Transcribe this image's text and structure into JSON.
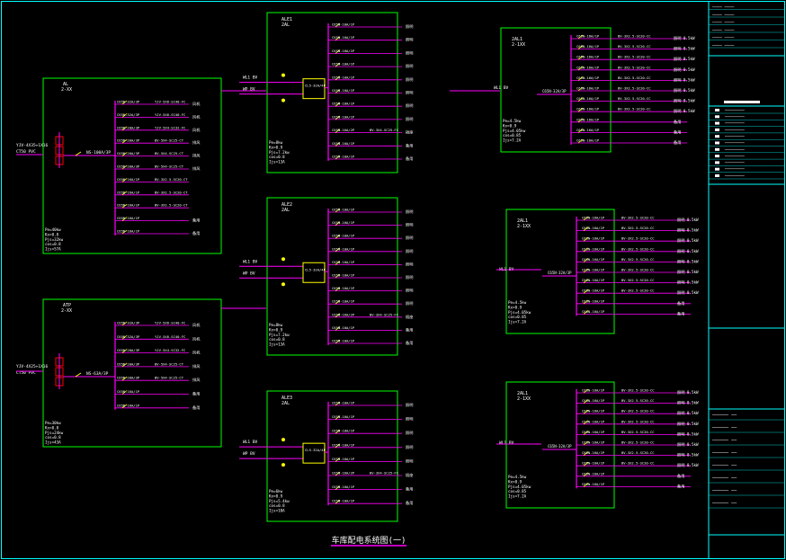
{
  "drawing_title": "车库配电系统图(一)",
  "colors": {
    "background": "#000000",
    "frame": "#00ffff",
    "box": "#00ff00",
    "bus": "#ff00ff",
    "text": "#ffffff",
    "breaker": "#ffff00",
    "meter": "#ff0000"
  },
  "title_block": {
    "header_rows": [
      "──── ────",
      "──── ────",
      "──── ────",
      "──── ────",
      "──── ────",
      "──── ────"
    ],
    "notes": [
      "────────",
      "────────",
      "────────",
      "────────",
      "────────",
      "────────",
      "────────",
      "────────",
      "────────",
      "────────",
      "────────"
    ],
    "footer_rows": [
      "──────  ──",
      "──────  ──",
      "──────  ──",
      "──────  ──",
      "──────  ──",
      "──────  ──",
      "──────  ──",
      "──────  ──"
    ]
  },
  "panels": [
    {
      "id": "AL1",
      "label": "AL",
      "sublabel": "2-XX",
      "incoming": "YJV-4X35+1X16",
      "incoming_sub": "CT50 PVC",
      "main_breaker": "NS-100A/3P",
      "circuits": [
        {
          "breaker": "C65N-32A/3P",
          "cable": "YJV-5X6-SC40-FC",
          "load": "风机"
        },
        {
          "breaker": "C65N-32A/3P",
          "cable": "YJV-5X6-SC40-FC",
          "load": "风机"
        },
        {
          "breaker": "C65N-20A/3P",
          "cable": "YJV-5X4-SC32-FC",
          "load": "风机"
        },
        {
          "breaker": "C65N-20A/3P",
          "cable": "BV-5X4-SC25-CT",
          "load": "排风"
        },
        {
          "breaker": "C65N-20A/3P",
          "cable": "BV-5X4-SC25-CT",
          "load": "排风"
        },
        {
          "breaker": "C65N-20A/3P",
          "cable": "BV-5X4-SC25-CT",
          "load": "排风"
        },
        {
          "breaker": "C65N-16A/1P",
          "cable": "BV-3X2.5-SC20-CT",
          "load": ""
        },
        {
          "breaker": "C65N-16A/1P",
          "cable": "BV-3X2.5-SC20-CT",
          "load": ""
        },
        {
          "breaker": "C65N-16A/1P",
          "cable": "BV-3X2.5-SC20-CT",
          "load": ""
        },
        {
          "breaker": "C65N-16A/1P",
          "cable": "",
          "load": "备用"
        },
        {
          "breaker": "C65N-16A/1P",
          "cable": "",
          "load": "备用"
        }
      ],
      "params": [
        "Pe=40kw",
        "Kx=0.8",
        "Pjs=32kw",
        "cos=0.8",
        "Ijs=57A"
      ]
    },
    {
      "id": "AL2",
      "label": "ATP",
      "sublabel": "2-XX",
      "incoming": "YJV-4X25+1X16",
      "incoming_sub": "CT50 PVC",
      "main_breaker": "NS-63A/3P",
      "circuits": [
        {
          "breaker": "C65N-32A/3P",
          "cable": "YJV-5X6-SC40-FC",
          "load": "风机"
        },
        {
          "breaker": "C65N-32A/3P",
          "cable": "YJV-5X6-SC40-FC",
          "load": "风机"
        },
        {
          "breaker": "C65N-20A/3P",
          "cable": "YJV-5X4-SC32-FC",
          "load": "风机"
        },
        {
          "breaker": "C65N-20A/3P",
          "cable": "BV-5X4-SC25-CT",
          "load": "排风"
        },
        {
          "breaker": "C65N-20A/3P",
          "cable": "BV-5X4-SC25-CT",
          "load": "排风"
        },
        {
          "breaker": "C65N-16A/1P",
          "cable": "",
          "load": "备用"
        },
        {
          "breaker": "C65N-16A/1P",
          "cable": "",
          "load": "备用"
        }
      ],
      "params": [
        "Pe=30kw",
        "Kx=0.8",
        "Pjs=24kw",
        "cos=0.8",
        "Ijs=43A"
      ]
    },
    {
      "id": "ALE1",
      "label": "ALE1",
      "sublabel": "2AL",
      "incoming": "WL1 BV",
      "incoming_sub": "WP BV",
      "main_breaker": "CL5-32A/4P",
      "circuits": [
        {
          "breaker": "C65N-10A/1P",
          "cable": "",
          "load": "照明"
        },
        {
          "breaker": "C65N-10A/1P",
          "cable": "",
          "load": "照明"
        },
        {
          "breaker": "C65N-10A/1P",
          "cable": "",
          "load": "照明"
        },
        {
          "breaker": "C65N-10A/1P",
          "cable": "",
          "load": "照明"
        },
        {
          "breaker": "C65N-10A/1P",
          "cable": "",
          "load": "照明"
        },
        {
          "breaker": "C65N-10A/1P",
          "cable": "",
          "load": "照明"
        },
        {
          "breaker": "C65N-10A/1P",
          "cable": "",
          "load": "照明"
        },
        {
          "breaker": "C65N-10A/1P",
          "cable": "",
          "load": "照明"
        },
        {
          "breaker": "C65N-16A/2P",
          "cable": "BV-3X4-SC25-FC",
          "load": "插座"
        },
        {
          "breaker": "C65N-10A/1P",
          "cable": "",
          "load": "备用"
        },
        {
          "breaker": "C65N-10A/1P",
          "cable": "",
          "load": "备用"
        }
      ],
      "params": [
        "Pe=8kw",
        "Kx=0.9",
        "Pjs=7.2kw",
        "cos=0.8",
        "Ijs=13A"
      ]
    },
    {
      "id": "ALE2",
      "label": "ALE2",
      "sublabel": "2AL",
      "incoming": "WL1 BV",
      "incoming_sub": "WP BV",
      "main_breaker": "CL5-32A/4P",
      "circuits": [
        {
          "breaker": "C65N-10A/1P",
          "cable": "",
          "load": "照明"
        },
        {
          "breaker": "C65N-10A/1P",
          "cable": "",
          "load": "照明"
        },
        {
          "breaker": "C65N-10A/1P",
          "cable": "",
          "load": "照明"
        },
        {
          "breaker": "C65N-10A/1P",
          "cable": "",
          "load": "照明"
        },
        {
          "breaker": "C65N-10A/1P",
          "cable": "",
          "load": "照明"
        },
        {
          "breaker": "C65N-10A/1P",
          "cable": "",
          "load": "照明"
        },
        {
          "breaker": "C65N-10A/1P",
          "cable": "",
          "load": "照明"
        },
        {
          "breaker": "C65N-10A/1P",
          "cable": "",
          "load": "照明"
        },
        {
          "breaker": "C65N-16A/2P",
          "cable": "BV-3X4-SC25-FC",
          "load": "插座"
        },
        {
          "breaker": "C65N-10A/1P",
          "cable": "",
          "load": "备用"
        },
        {
          "breaker": "C65N-10A/1P",
          "cable": "",
          "load": "备用"
        }
      ],
      "params": [
        "Pe=8kw",
        "Kx=0.9",
        "Pjs=7.2kw",
        "cos=0.8",
        "Ijs=13A"
      ]
    },
    {
      "id": "ALE3",
      "label": "ALE3",
      "sublabel": "2AL",
      "incoming": "WL1 BV",
      "incoming_sub": "WP BV",
      "main_breaker": "CL5-32A/4P",
      "circuits": [
        {
          "breaker": "C65N-10A/1P",
          "cable": "",
          "load": "照明"
        },
        {
          "breaker": "C65N-10A/1P",
          "cable": "",
          "load": "照明"
        },
        {
          "breaker": "C65N-10A/1P",
          "cable": "",
          "load": "照明"
        },
        {
          "breaker": "C65N-10A/1P",
          "cable": "",
          "load": "照明"
        },
        {
          "breaker": "C65N-10A/1P",
          "cable": "",
          "load": "照明"
        },
        {
          "breaker": "C65N-16A/2P",
          "cable": "BV-3X4-SC25-FC",
          "load": "插座"
        },
        {
          "breaker": "C65N-10A/1P",
          "cable": "",
          "load": "备用"
        },
        {
          "breaker": "C65N-10A/1P",
          "cable": "",
          "load": "备用"
        }
      ],
      "params": [
        "Pe=6kw",
        "Kx=0.9",
        "Pjs=5.4kw",
        "cos=0.8",
        "Ijs=10A"
      ]
    },
    {
      "id": "AL3",
      "label": "2AL1",
      "sublabel": "2-1XX",
      "incoming": "WL1 BV",
      "incoming_sub": "",
      "main_breaker": "C65N-32A/3P",
      "circuits": [
        {
          "breaker": "C65N-16A/1P",
          "cable": "BV-3X2.5-SC20-CC",
          "load": "照明 0.5kW"
        },
        {
          "breaker": "C65N-16A/1P",
          "cable": "BV-3X2.5-SC20-CC",
          "load": "照明 0.5kW"
        },
        {
          "breaker": "C65N-16A/1P",
          "cable": "BV-3X2.5-SC20-CC",
          "load": "照明 0.5kW"
        },
        {
          "breaker": "C65N-16A/1P",
          "cable": "BV-3X2.5-SC20-CC",
          "load": "照明 0.5kW"
        },
        {
          "breaker": "C65N-16A/1P",
          "cable": "BV-3X2.5-SC20-CC",
          "load": "照明 0.5kW"
        },
        {
          "breaker": "C65N-16A/1P",
          "cable": "BV-3X2.5-SC20-CC",
          "load": "照明 0.5kW"
        },
        {
          "breaker": "C65N-16A/1P",
          "cable": "BV-3X2.5-SC20-CC",
          "load": "照明 0.5kW"
        },
        {
          "breaker": "C65N-16A/1P",
          "cable": "BV-3X2.5-SC20-CC",
          "load": "照明 0.5kW"
        },
        {
          "breaker": "C65N-16A/1P",
          "cable": "",
          "load": "备用"
        },
        {
          "breaker": "C65N-16A/1P",
          "cable": "",
          "load": "备用"
        },
        {
          "breaker": "C65N-16A/1P",
          "cable": "",
          "load": "备用"
        }
      ],
      "params": [
        "Pe=4.5kw",
        "Kx=0.9",
        "Pjs=4.05kw",
        "cos=0.85",
        "Ijs=7.2A"
      ]
    },
    {
      "id": "AL4",
      "label": "2AL1",
      "sublabel": "2-1XX",
      "incoming": "WL1 BV",
      "incoming_sub": "",
      "main_breaker": "C65N-32A/3P",
      "circuits": [
        {
          "breaker": "C65N-16A/1P",
          "cable": "BV-3X2.5-SC20-CC",
          "load": "照明 0.5kW"
        },
        {
          "breaker": "C65N-16A/1P",
          "cable": "BV-3X2.5-SC20-CC",
          "load": "照明 0.5kW"
        },
        {
          "breaker": "C65N-16A/1P",
          "cable": "BV-3X2.5-SC20-CC",
          "load": "照明 0.5kW"
        },
        {
          "breaker": "C65N-16A/1P",
          "cable": "BV-3X2.5-SC20-CC",
          "load": "照明 0.5kW"
        },
        {
          "breaker": "C65N-16A/1P",
          "cable": "BV-3X2.5-SC20-CC",
          "load": "照明 0.5kW"
        },
        {
          "breaker": "C65N-16A/1P",
          "cable": "BV-3X2.5-SC20-CC",
          "load": "照明 0.5kW"
        },
        {
          "breaker": "C65N-16A/1P",
          "cable": "BV-3X2.5-SC20-CC",
          "load": "照明 0.5kW"
        },
        {
          "breaker": "C65N-16A/1P",
          "cable": "BV-3X2.5-SC20-CC",
          "load": "照明 0.5kW"
        },
        {
          "breaker": "C65N-16A/1P",
          "cable": "",
          "load": "备用"
        },
        {
          "breaker": "C65N-16A/1P",
          "cable": "",
          "load": "备用"
        }
      ],
      "params": [
        "Pe=4.5kw",
        "Kx=0.9",
        "Pjs=4.05kw",
        "cos=0.85",
        "Ijs=7.2A"
      ]
    },
    {
      "id": "AL5",
      "label": "2AL1",
      "sublabel": "2-1XX",
      "incoming": "WL1 BV",
      "incoming_sub": "",
      "main_breaker": "C65N-32A/3P",
      "circuits": [
        {
          "breaker": "C65N-16A/1P",
          "cable": "BV-3X2.5-SC20-CC",
          "load": "照明 0.5kW"
        },
        {
          "breaker": "C65N-16A/1P",
          "cable": "BV-3X2.5-SC20-CC",
          "load": "照明 0.5kW"
        },
        {
          "breaker": "C65N-16A/1P",
          "cable": "BV-3X2.5-SC20-CC",
          "load": "照明 0.5kW"
        },
        {
          "breaker": "C65N-16A/1P",
          "cable": "BV-3X2.5-SC20-CC",
          "load": "照明 0.5kW"
        },
        {
          "breaker": "C65N-16A/1P",
          "cable": "BV-3X2.5-SC20-CC",
          "load": "照明 0.5kW"
        },
        {
          "breaker": "C65N-16A/1P",
          "cable": "BV-3X2.5-SC20-CC",
          "load": "照明 0.5kW"
        },
        {
          "breaker": "C65N-16A/1P",
          "cable": "BV-3X2.5-SC20-CC",
          "load": "照明 0.5kW"
        },
        {
          "breaker": "C65N-16A/1P",
          "cable": "BV-3X2.5-SC20-CC",
          "load": "照明 0.5kW"
        },
        {
          "breaker": "C65N-16A/1P",
          "cable": "",
          "load": "备用"
        },
        {
          "breaker": "C65N-16A/1P",
          "cable": "",
          "load": "备用"
        }
      ],
      "params": [
        "Pe=4.5kw",
        "Kx=0.9",
        "Pjs=4.05kw",
        "cos=0.85",
        "Ijs=7.2A"
      ]
    }
  ]
}
